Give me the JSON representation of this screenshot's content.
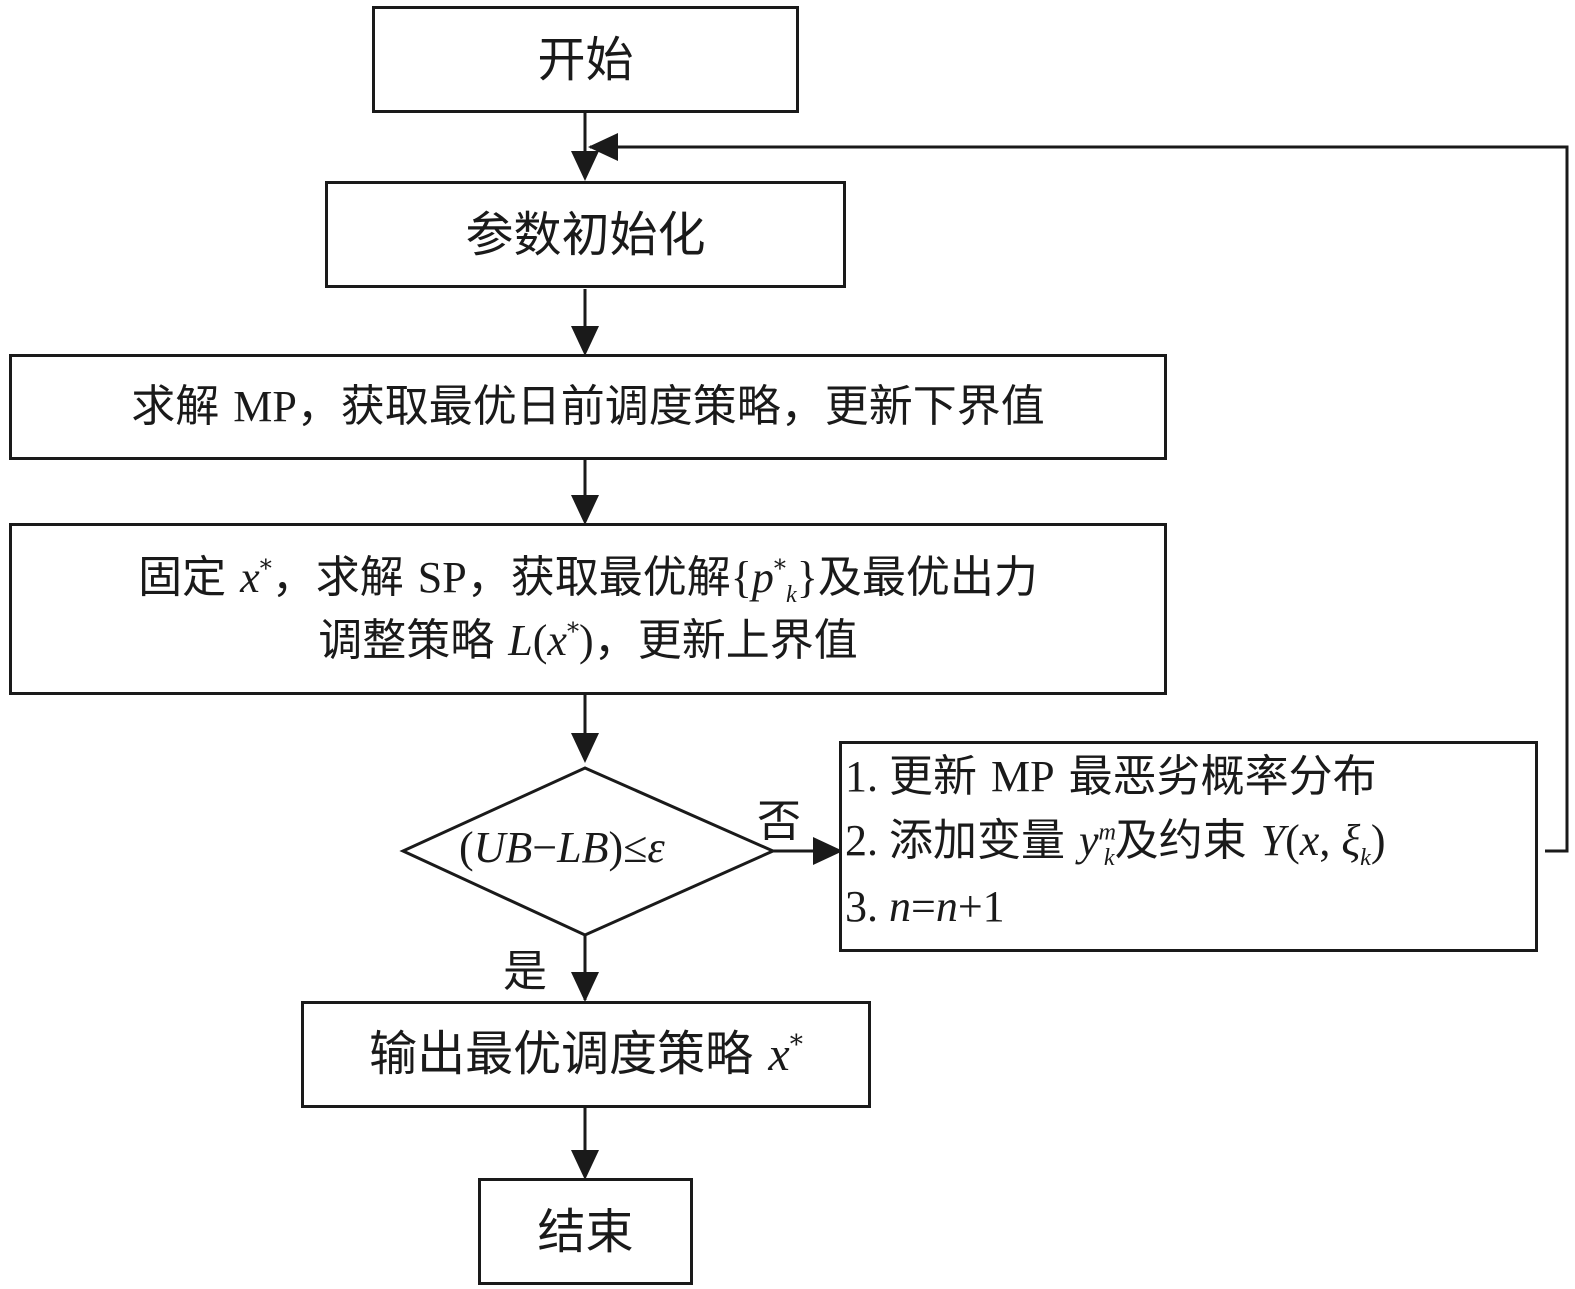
{
  "nodes": {
    "start": "开始",
    "init": "参数初始化",
    "mp": {
      "a": "求解 ",
      "b": "MP",
      "c": "，获取最优日前调度策略，更新下界值"
    },
    "sp": {
      "l1a": "固定 ",
      "x": "x",
      "star": "*",
      "l1b": "，求解 ",
      "sp": "SP",
      "l1c": "，获取最优解",
      "lb": "{",
      "p": "p",
      "k": "k",
      "rb": "}",
      "l1d": "及最优出力",
      "l2a": "调整策略 ",
      "L": "L",
      "lp": "(",
      "rp": ")",
      "l2b": "，更新上界值"
    },
    "decision": {
      "lp": "(",
      "ub": "UB",
      "minus": "−",
      "lb": "LB",
      "rp": ")",
      "le": "≤",
      "eps": "ε"
    },
    "output": {
      "a": "输出最优调度策略 ",
      "x": "x",
      "star": "*"
    },
    "end": "结束"
  },
  "labels": {
    "no": "否",
    "yes": "是"
  },
  "update_box": {
    "line1": {
      "num": "1. ",
      "a": "更新 ",
      "mp": "MP",
      "b": " 最恶劣概率分布"
    },
    "line2": {
      "num": "2. ",
      "a": "添加变量 ",
      "y": "y",
      "m": "m",
      "k": "k",
      "b": "及约束 ",
      "Y": "Y",
      "args_a": "(",
      "x": "x",
      "comma": ", ",
      "xi": "ξ",
      "xk": "k",
      "args_b": ")"
    },
    "line3": {
      "num": "3. ",
      "n1": "n",
      "eq": "=",
      "n2": "n",
      "plus": "+1"
    }
  }
}
